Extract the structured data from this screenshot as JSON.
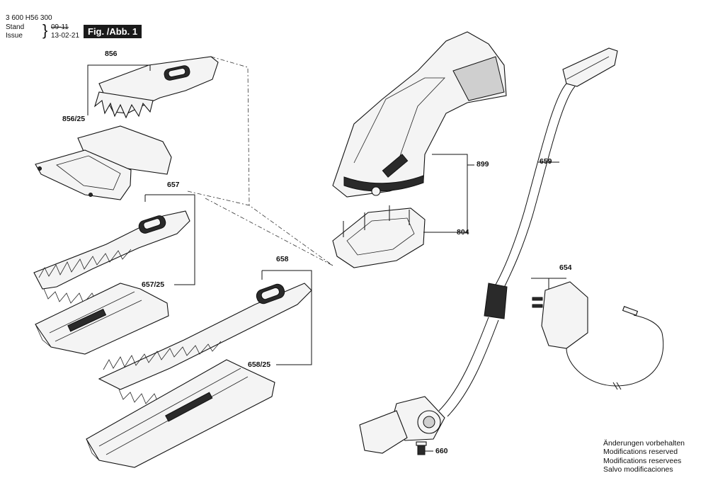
{
  "header": {
    "doc_number": "3 600 H56 300",
    "stand_label": "Stand",
    "stand_value": "09-11",
    "issue_label": "Issue",
    "issue_value": "13-02-21"
  },
  "figure_title": "Fig. /Abb. 1",
  "parts": {
    "p856": "856",
    "p856_25": "856/25",
    "p657": "657",
    "p657_25": "657/25",
    "p658": "658",
    "p658_25": "658/25",
    "p899": "899",
    "p804": "804",
    "p659": "659",
    "p654": "654",
    "p660": "660"
  },
  "footer_notes": [
    "Änderungen vorbehalten",
    "Modifications reserved",
    "Modifications reservees",
    "Salvo modificaciones"
  ],
  "colors": {
    "ink": "#111111",
    "background": "#ffffff",
    "title_bg": "#1a1a1a"
  }
}
